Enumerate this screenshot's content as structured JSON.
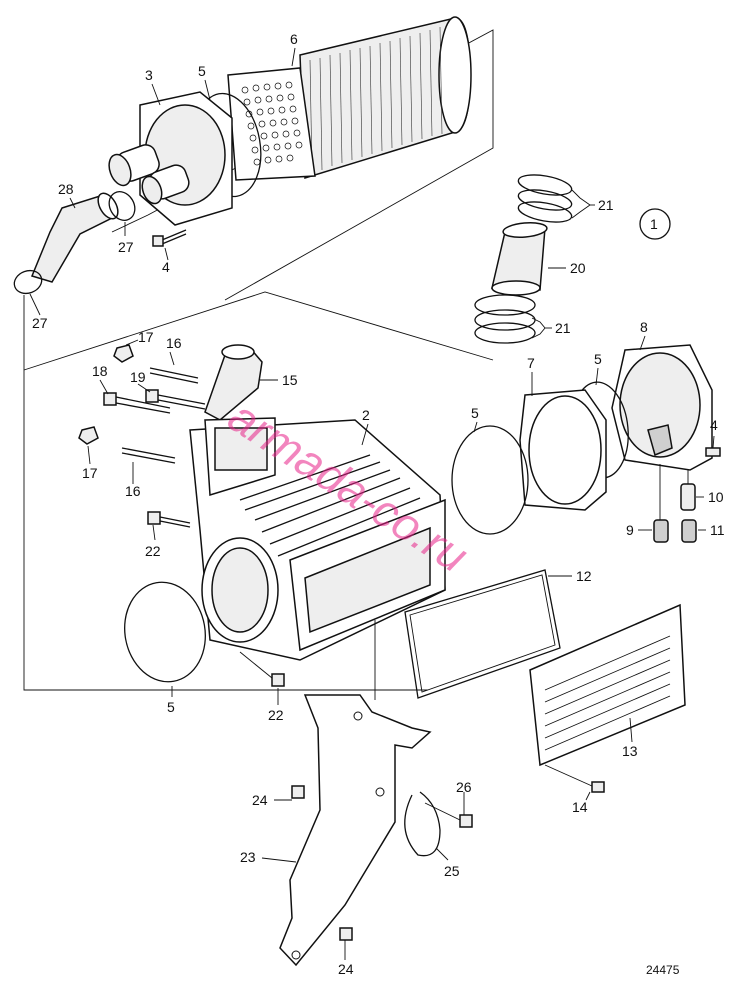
{
  "diagram": {
    "group_id": "1",
    "figure_number": "24475",
    "watermark": "armada-co.ru",
    "callouts": [
      "6",
      "3",
      "5",
      "28",
      "27",
      "4",
      "27",
      "21",
      "20",
      "21",
      "8",
      "17",
      "16",
      "15",
      "18",
      "19",
      "2",
      "5",
      "7",
      "5",
      "4",
      "17",
      "16",
      "10",
      "9",
      "11",
      "22",
      "12",
      "5",
      "22",
      "13",
      "14",
      "24",
      "26",
      "23",
      "25",
      "24"
    ]
  }
}
